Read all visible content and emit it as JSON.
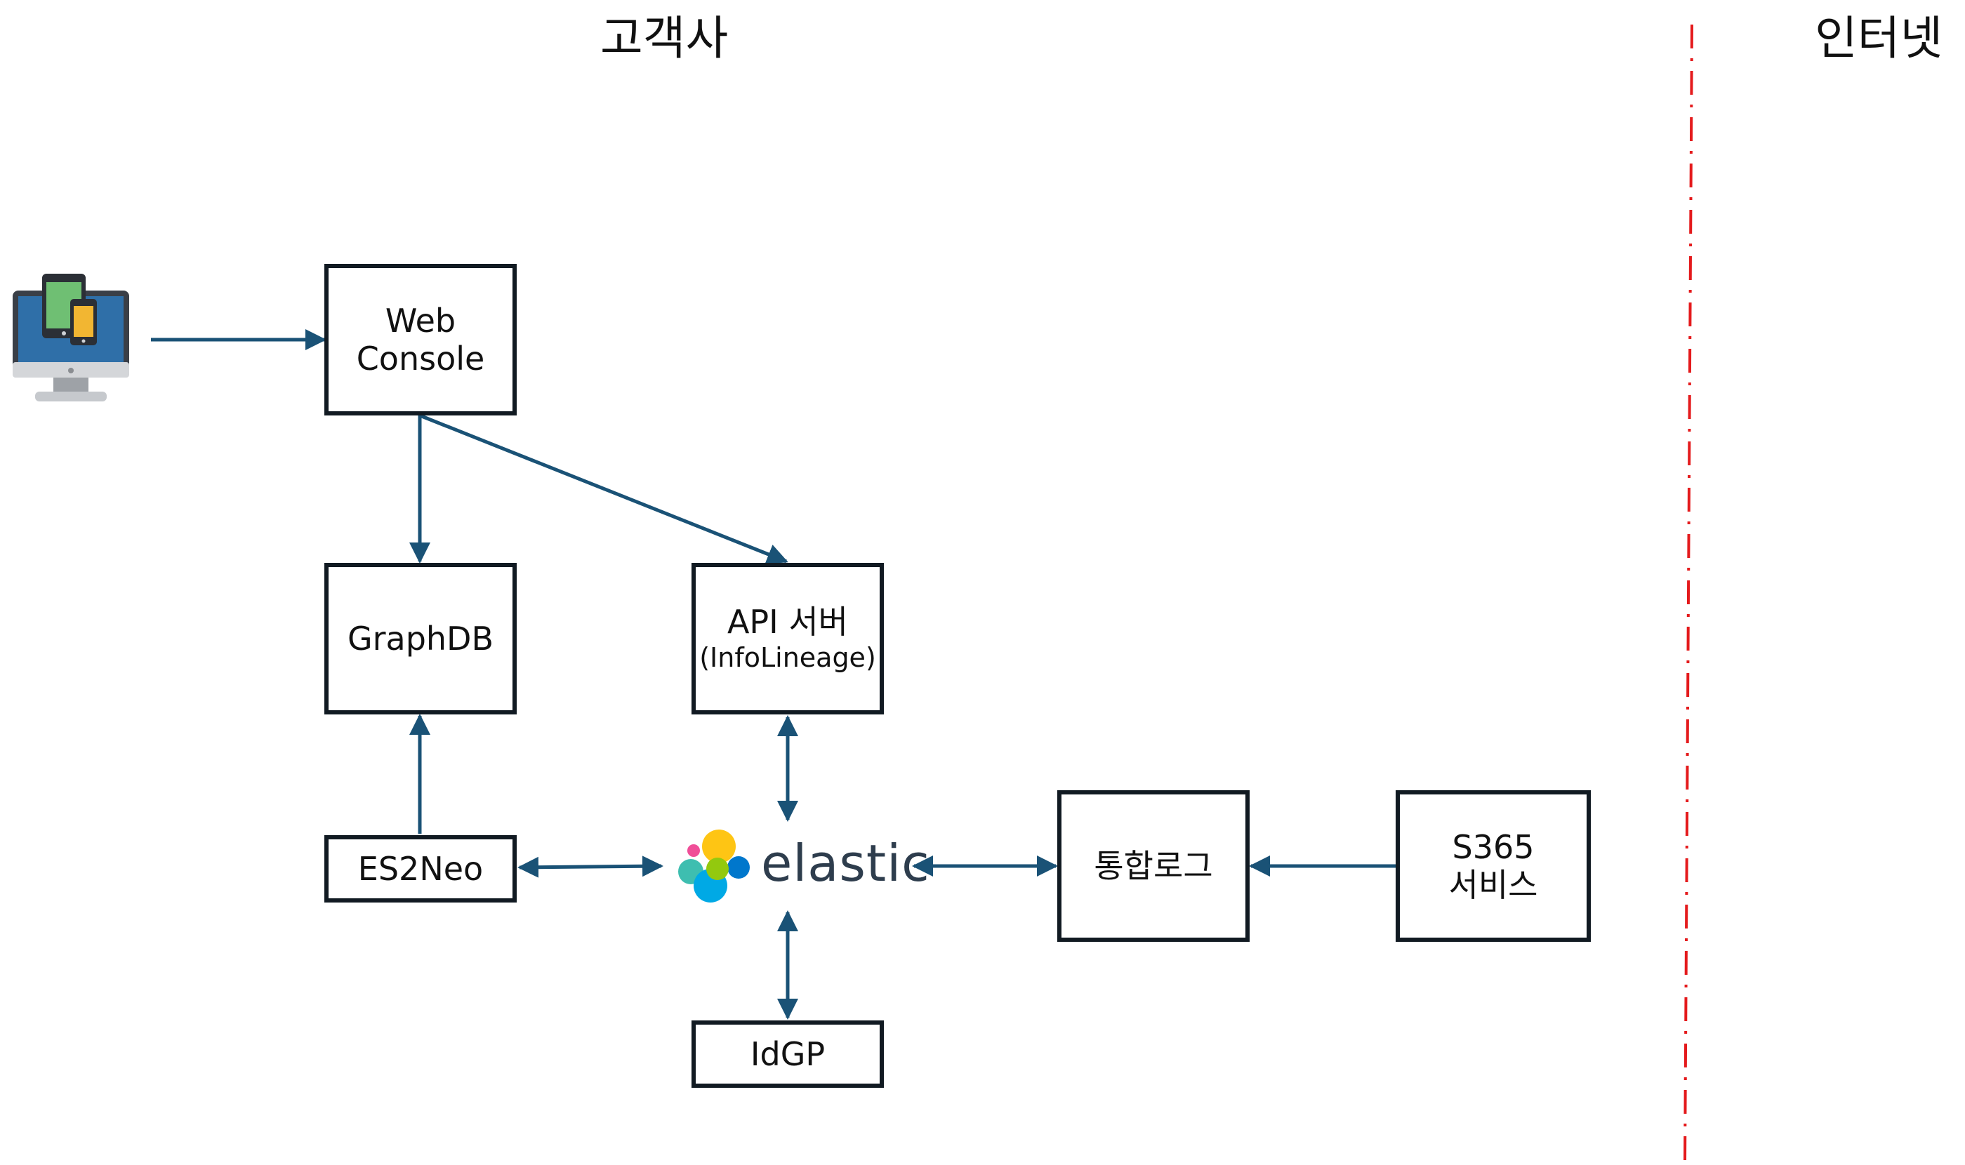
{
  "regions": {
    "customer_label": "고객사",
    "internet_label": "인터넷"
  },
  "nodes": {
    "web_console": {
      "line1": "Web",
      "line2": "Console"
    },
    "graphdb": {
      "line1": "GraphDB"
    },
    "api_server": {
      "line1": "API 서버",
      "line2": "(InfoLineage)"
    },
    "es2neo": {
      "line1": "ES2Neo"
    },
    "elastic": {
      "label": "elastic"
    },
    "idgp": {
      "line1": "IdGP"
    },
    "integrated_log": {
      "line1": "통합로그"
    },
    "s365": {
      "line1": "S365",
      "line2": "서비스"
    }
  },
  "icons": {
    "client": "devices-icon",
    "elastic_logo": "elastic-logo-icon"
  },
  "colors": {
    "arrow": "#1a5276",
    "border": "#111a22",
    "boundary": "#e41a1c"
  }
}
